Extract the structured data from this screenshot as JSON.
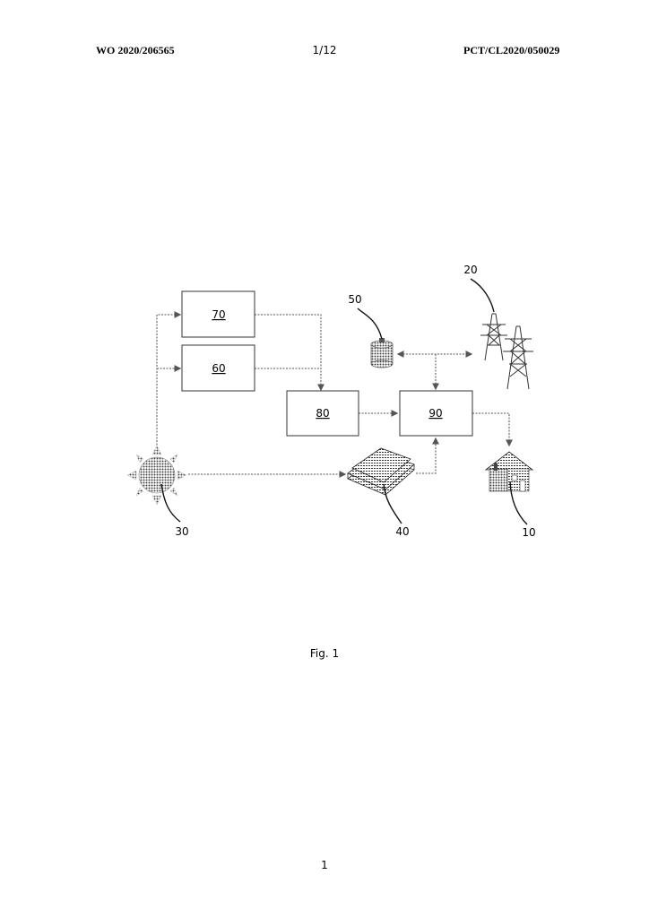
{
  "header": {
    "left": "WO 2020/206565",
    "center": "1/12",
    "right": "PCT/CL2020/050029"
  },
  "figure": {
    "boxes": {
      "b70": "70",
      "b60": "60",
      "b80": "80",
      "b90": "90"
    },
    "refs": {
      "r50": "50",
      "r20": "20",
      "r30": "30",
      "r40": "40",
      "r10": "10"
    },
    "caption": "Fig. 1"
  },
  "footer": {
    "page_number": "1"
  }
}
